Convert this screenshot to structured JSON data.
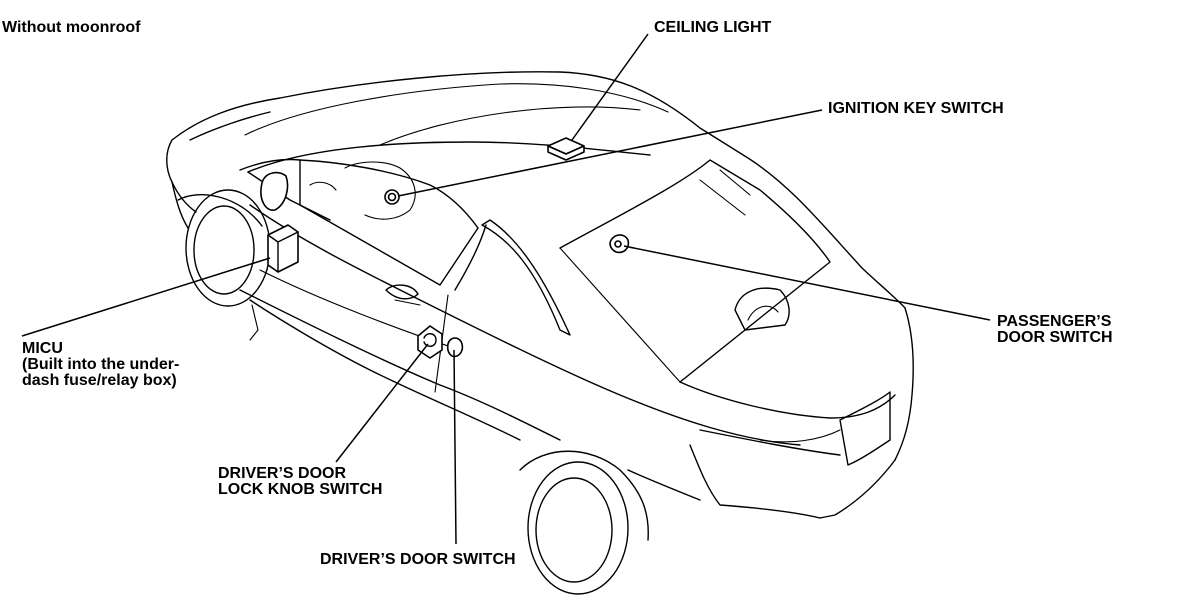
{
  "diagram": {
    "heading": "Without moonroof",
    "labels": {
      "ceiling_light": "CEILING LIGHT",
      "ignition_key_switch": "IGNITION KEY SWITCH",
      "passenger_door_switch_1": "PASSENGER’S",
      "passenger_door_switch_2": "DOOR SWITCH",
      "micu_1": "MICU",
      "micu_2": "(Built into the under-",
      "micu_3": "dash fuse/relay box)",
      "driver_lock_knob_1": "DRIVER’S DOOR",
      "driver_lock_knob_2": "LOCK KNOB SWITCH",
      "driver_door_switch": "DRIVER’S DOOR SWITCH"
    }
  }
}
